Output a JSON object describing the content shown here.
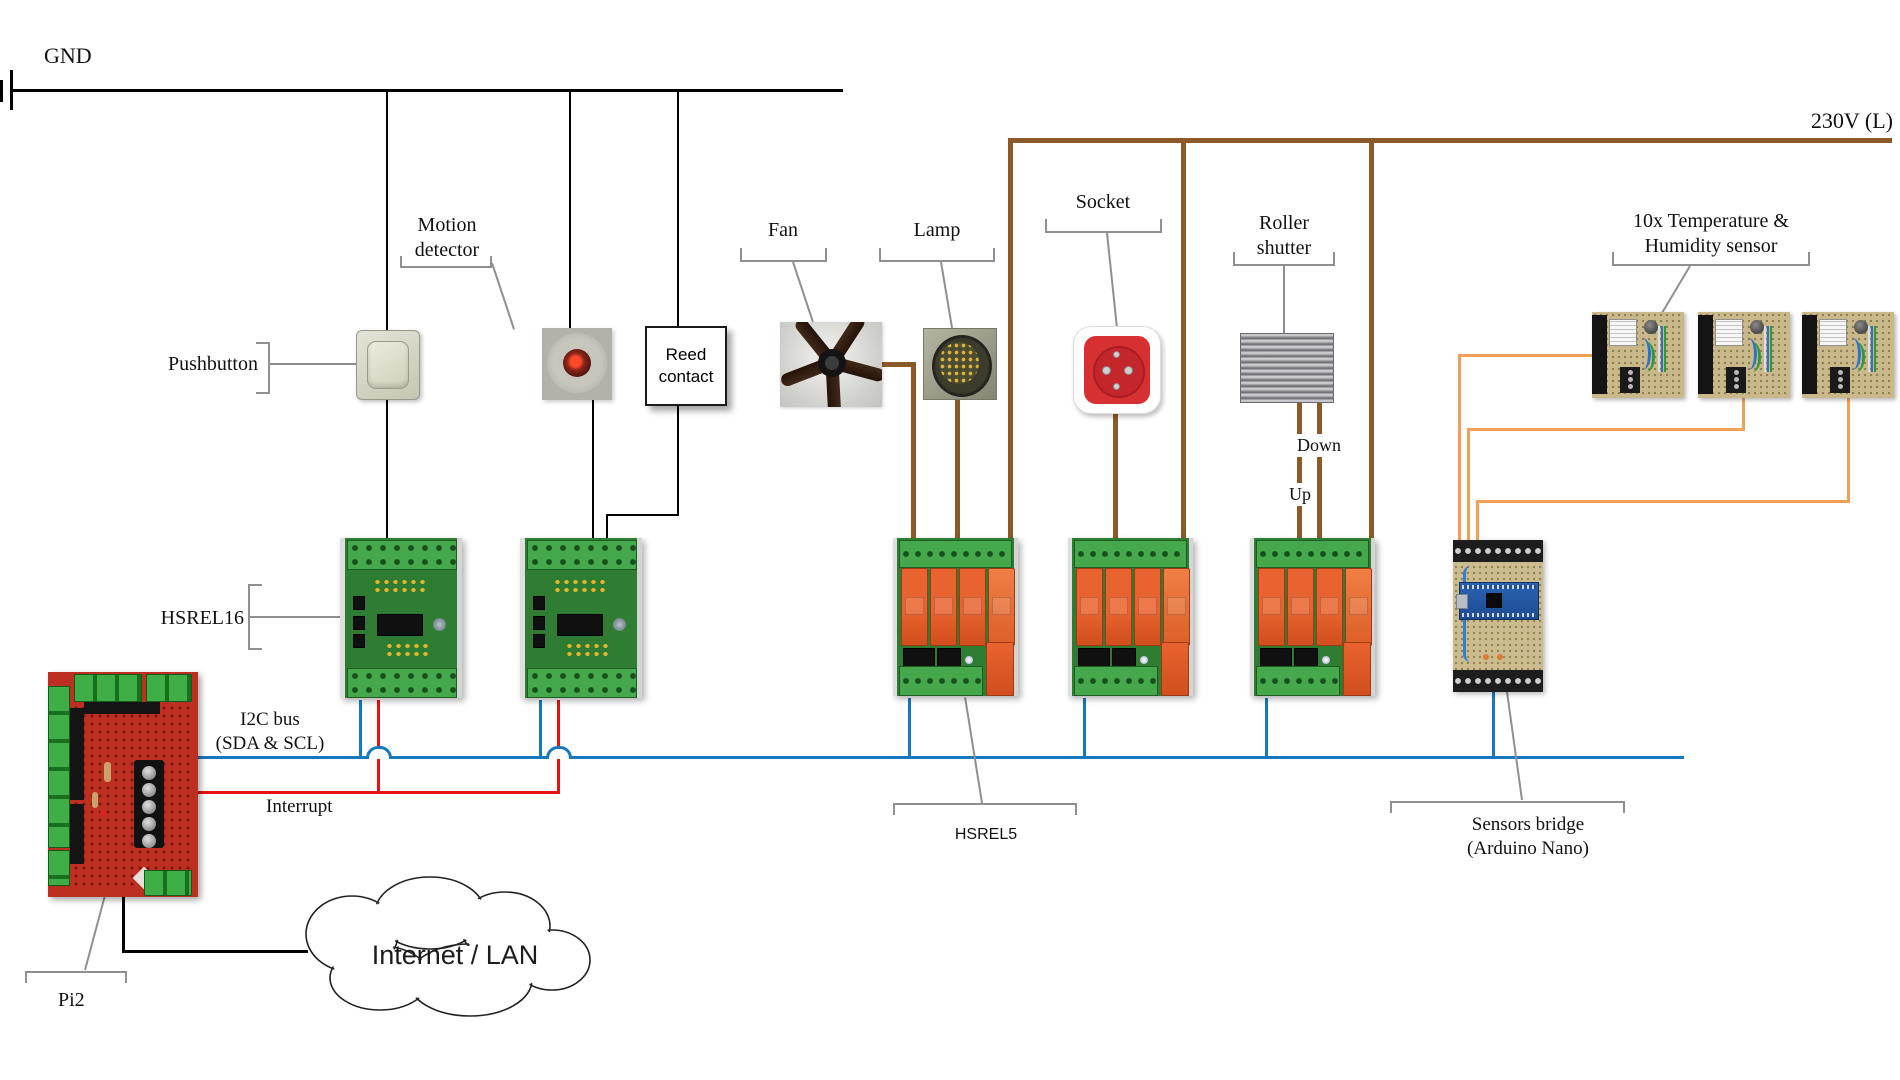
{
  "buses": {
    "gnd": {
      "label": "GND",
      "color": "#000000"
    },
    "mains": {
      "label": "230V (L)",
      "color": "#8c5a28"
    },
    "i2c": {
      "label_line1": "I2C bus",
      "label_line2": "(SDA & SCL)",
      "color": "#1878be"
    },
    "interrupt": {
      "label": "Interrupt",
      "color": "#e81212"
    },
    "sensor_wire_color": "#f2a055",
    "callout_color": "#8f8f8f"
  },
  "devices": {
    "pushbutton": {
      "label": "Pushbutton"
    },
    "motion_detector": {
      "label_line1": "Motion",
      "label_line2": "detector"
    },
    "reed_contact": {
      "label_line1": "Reed",
      "label_line2": "contact"
    },
    "fan": {
      "label": "Fan"
    },
    "lamp": {
      "label": "Lamp"
    },
    "socket": {
      "label": "Socket"
    },
    "roller_shutter": {
      "label_line1": "Roller",
      "label_line2": "shutter",
      "down_label": "Down",
      "up_label": "Up"
    },
    "temperature_sensors": {
      "label_line1": "10x Temperature &",
      "label_line2": "Humidity sensor"
    },
    "hsrel16": {
      "label": "HSREL16"
    },
    "hsrel5": {
      "label": "HSREL5"
    },
    "sensors_bridge": {
      "label_line1": "Sensors bridge",
      "label_line2": "(Arduino Nano)"
    },
    "pi2": {
      "label": "Pi2"
    },
    "internet_cloud": {
      "label": "Internet / LAN"
    }
  }
}
